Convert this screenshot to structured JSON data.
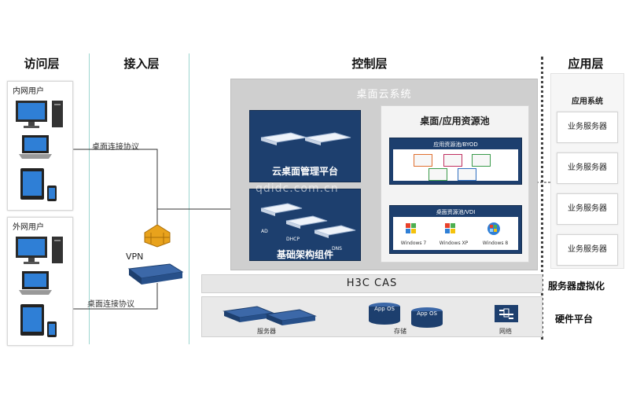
{
  "layers": {
    "access": "访问层",
    "ingress": "接入层",
    "control": "控制层",
    "application": "应用层"
  },
  "users": {
    "intranet": "内网用户",
    "extranet": "外网用户",
    "protocol_top": "桌面连接协议",
    "protocol_bottom": "桌面连接协议",
    "vpn": "VPN"
  },
  "cloud": {
    "title": "桌面云系统",
    "mgmt_platform": "云桌面管理平台",
    "infra": "基础架构组件",
    "infra_items": [
      "AD",
      "DHCP",
      "DNS"
    ],
    "watermark": "qdidc.com.cn",
    "pool_title": "桌面/应用资源池",
    "byod_title": "应用资源池/BYOD",
    "vdi_title": "桌面资源池/VDI",
    "vdi_items": [
      "Windows 7",
      "Windows XP",
      "Windows 8"
    ]
  },
  "cas": "H3C CAS",
  "server_virtualization": "服务器虚拟化",
  "hardware": {
    "label": "硬件平台",
    "server": "服务器",
    "storage": "存储",
    "network": "网络",
    "app_os": "App OS"
  },
  "app_system": {
    "title": "应用系统",
    "servers": [
      "业务服务器",
      "业务服务器",
      "业务服务器",
      "业务服务器"
    ]
  },
  "colors": {
    "navy": "#1d3f6e",
    "teal_line": "#9dd6cf"
  }
}
